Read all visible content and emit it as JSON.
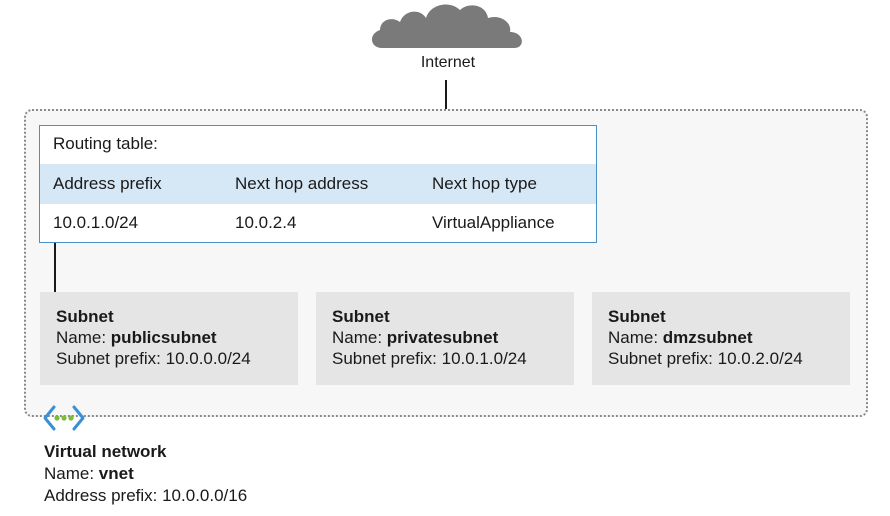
{
  "internet": {
    "label": "Internet",
    "icon": "cloud-icon"
  },
  "routing_table": {
    "title": "Routing table:",
    "columns": [
      "Address prefix",
      "Next hop address",
      "Next hop type"
    ],
    "rows": [
      [
        "10.0.1.0/24",
        "10.0.2.4",
        "VirtualAppliance"
      ]
    ]
  },
  "subnets": [
    {
      "title": "Subnet",
      "name_label": "Name: ",
      "name": "publicsubnet",
      "prefix": "Subnet prefix: 10.0.0.0/24"
    },
    {
      "title": "Subnet",
      "name_label": "Name: ",
      "name": "privatesubnet",
      "prefix": "Subnet prefix: 10.0.1.0/24"
    },
    {
      "title": "Subnet",
      "name_label": "Name: ",
      "name": "dmzsubnet",
      "prefix": "Subnet prefix: 10.0.2.0/24"
    }
  ],
  "vnet": {
    "icon": "virtual-network-icon",
    "title": "Virtual network",
    "name_label": "Name: ",
    "name": "vnet",
    "prefix": "Address prefix: 10.0.0.0/16"
  },
  "colors": {
    "cloud": "#7a7a7a",
    "table_border": "#4a90c8",
    "table_header": "#d6e8f6",
    "subnet_bg": "#e5e5e5",
    "vnet_bg": "#f7f7f7",
    "vnet_icon_blue": "#3a8fd6",
    "vnet_icon_green": "#7dbb3c"
  }
}
